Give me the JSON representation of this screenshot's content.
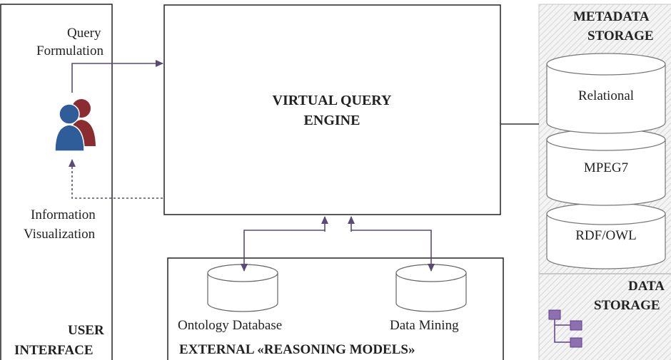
{
  "user_interface": {
    "title_line1": "USER",
    "title_line2": "INTERFACE",
    "query_line1": "Query",
    "query_line2": "Formulation",
    "info_line1": "Information",
    "info_line2": "Visualization"
  },
  "engine": {
    "title_line1": "VIRTUAL QUERY",
    "title_line2": "ENGINE"
  },
  "metadata_storage": {
    "title_line1": "METADATA",
    "title_line2": "STORAGE",
    "layers": [
      "Relational",
      "MPEG7",
      "RDF/OWL"
    ]
  },
  "data_storage": {
    "title_line1": "DATA",
    "title_line2": "STORAGE"
  },
  "reasoning": {
    "title": "EXTERNAL «REASONING MODELS»",
    "db1": "Ontology Database",
    "db2": "Data Mining"
  },
  "colors": {
    "arrow": "#5a4a78",
    "user_front": "#2f5d9a",
    "user_back": "#8b2d30",
    "hatch": "#d9d9d9"
  }
}
